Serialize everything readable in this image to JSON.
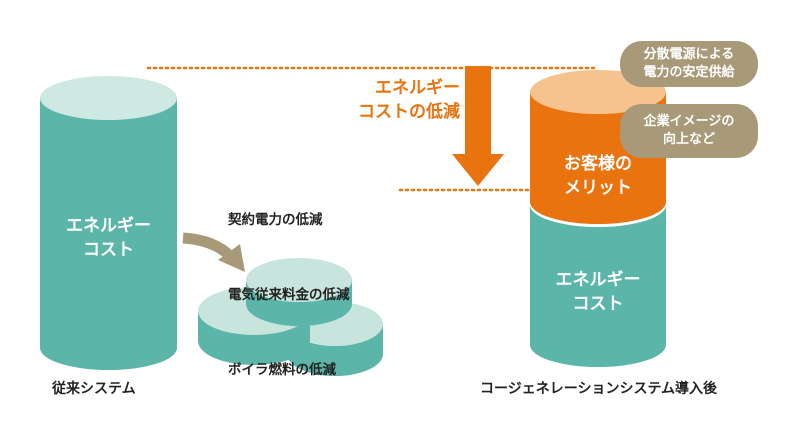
{
  "colors": {
    "teal": "#5bb5a8",
    "teal_top": "#cde9e1",
    "coin_top": "#c7e5dd",
    "orange": "#e8730f",
    "orange_top": "#f6c38f",
    "olive_arrow": "#a89a78",
    "bubble": "#a89a78"
  },
  "left_cylinder": {
    "text": "エネルギー\nコスト"
  },
  "left_caption": "従来システム",
  "savings_list": [
    "契約電力の低減",
    "電気従来料金の低減",
    "ボイラ燃料の低減"
  ],
  "reduction_label": "エネルギー\nコストの低減",
  "right_cylinder": {
    "benefit_text": "お客様の\nメリット",
    "cost_text": "エネルギー\nコスト"
  },
  "bubbles": [
    "分散電源による\n電力の安定供給",
    "企業イメージの\n向上など"
  ],
  "right_caption": "コージェネレーションシステム導入後"
}
